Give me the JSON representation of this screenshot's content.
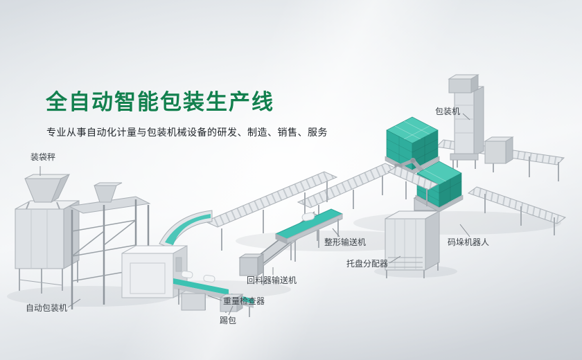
{
  "hero": {
    "title": "全自动智能包装生产线",
    "subtitle": "专业从事自动化计量与包装机械设备的研发、制造、销售、服务"
  },
  "machine_labels": {
    "bagging_scale": "装袋秤",
    "packing_machine": "包装机",
    "auto_packing_machine": "自动包装机",
    "bag_kicker": "踢包",
    "weight_checker": "重量检查器",
    "return_feeder_conveyor": "回料器输送机",
    "shaping_conveyor": "整形输送机",
    "pallet_dispenser": "托盘分配器",
    "palletizing_robot": "码垛机器人"
  },
  "colors": {
    "accent": "#12804e",
    "belt": "#3cc2b2",
    "box_top": "#4fcab7",
    "box_left": "#2fae9d",
    "box_right": "#229080",
    "text": "#21262b",
    "label": "#3c4248"
  }
}
